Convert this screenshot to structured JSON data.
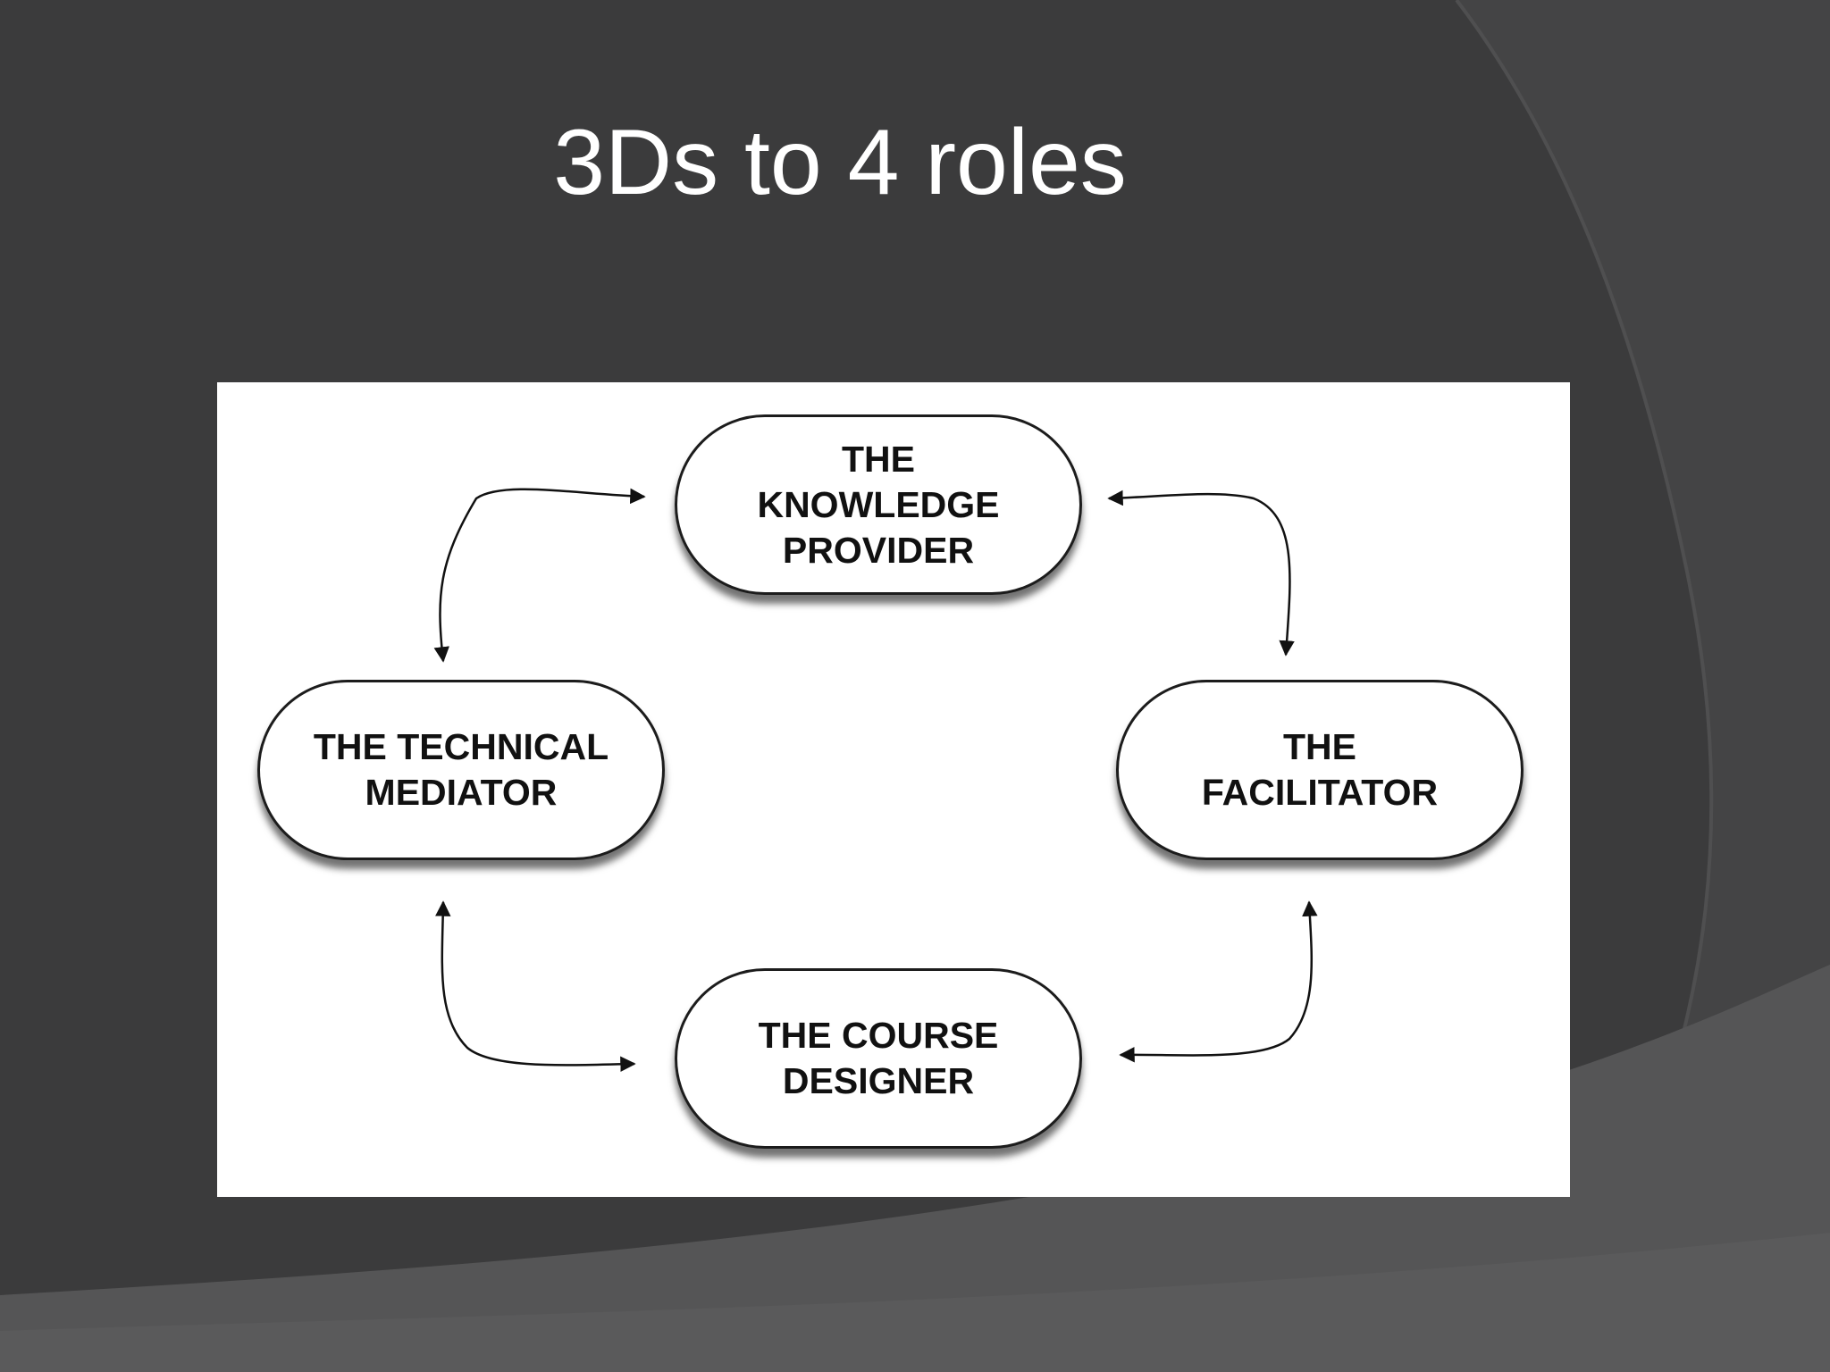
{
  "slide": {
    "title": "3Ds to 4 roles"
  },
  "theme": {
    "background_color": "#3b3b3c",
    "swoosh_color": "#555556",
    "panel_color": "#ffffff",
    "title_color": "#ffffff"
  },
  "diagram": {
    "nodes": [
      {
        "id": "knowledge-provider",
        "label": "THE\nKNOWLEDGE\nPROVIDER"
      },
      {
        "id": "technical-mediator",
        "label": "THE TECHNICAL\nMEDIATOR"
      },
      {
        "id": "facilitator",
        "label": "THE\nFACILITATOR"
      },
      {
        "id": "course-designer",
        "label": "THE COURSE\nDESIGNER"
      }
    ],
    "edges": [
      {
        "from": "technical-mediator",
        "to": "knowledge-provider",
        "direction": "both"
      },
      {
        "from": "knowledge-provider",
        "to": "facilitator",
        "direction": "both"
      },
      {
        "from": "technical-mediator",
        "to": "course-designer",
        "direction": "both"
      },
      {
        "from": "facilitator",
        "to": "course-designer",
        "direction": "both"
      }
    ]
  }
}
